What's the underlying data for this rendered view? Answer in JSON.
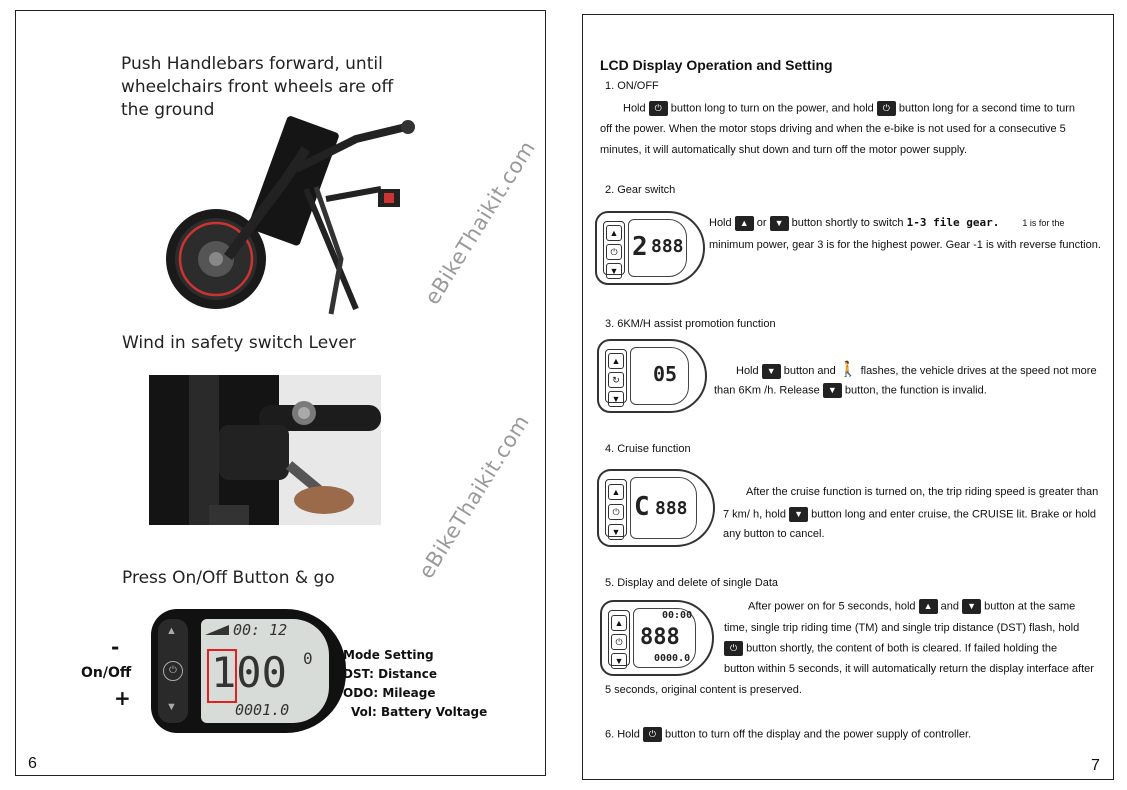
{
  "left_page": {
    "caption1": [
      "Push Handlebars forward, until",
      "wheelchairs front wheels are off",
      "the ground"
    ],
    "caption2": "Wind in safety switch Lever",
    "caption3": "Press On/Off Button & go",
    "watermark": "eBikeThaikit.com",
    "display": {
      "minus": "-",
      "onoff": "On/Off",
      "plus": "+",
      "time": "00: 12",
      "big": "100",
      "big_dec": "0",
      "odo": "0001.0",
      "labels": [
        "Mode Setting",
        "DST: Distance",
        "ODO: Mileage",
        "Vol: Battery Voltage"
      ]
    },
    "page_number": "6"
  },
  "right_page": {
    "title": "LCD Display  Operation and  Setting",
    "watermark": "eBikeThaikit.com",
    "s1": {
      "heading": "1.  ON/OFF",
      "t1": "Hold",
      "t2": "button long to turn on the power, and hold",
      "t3": "button long for a second time to turn",
      "line2": "off the power. When the motor stops driving and when the e-bike is not used for a consecutive 5",
      "line3": "minutes, it will automatically shut down and turn off the motor power supply."
    },
    "s2": {
      "heading": "2.  Gear  switch",
      "t1": "Hold",
      "t2": "or",
      "t3": "button shortly to switch",
      "t4": "1-3 file gear.",
      "t5": "1 is for the",
      "line2": "minimum power, gear 3 is for the highest power. Gear -1 is with reverse function.",
      "lcd_digit": "2",
      "lcd_num": "888"
    },
    "s3": {
      "heading": "3.  6KM/H assist promotion function",
      "t1": "Hold",
      "t2": "button and",
      "t3": "flashes, the vehicle drives at the speed not more",
      "line2a": "than 6Km /h. Release",
      "line2b": "button, the function is invalid.",
      "lcd_num": "05"
    },
    "s4": {
      "heading": "4.  Cruise function",
      "line1": "After the cruise function is turned on, the trip riding speed is greater than",
      "line2a": "7 km/ h, hold",
      "line2b": "button long and enter cruise, the CRUISE lit. Brake or hold",
      "line3": "any button to cancel.",
      "lcd_digit": "C",
      "lcd_num": "888"
    },
    "s5": {
      "heading": "5.  Display and delete of single Data",
      "l1a": "After power on for 5 seconds, hold",
      "l1b": "and",
      "l1c": "button at the same",
      "l2": "time, single trip riding time (TM) and single trip distance (DST) flash, hold",
      "l3": "button shortly, the content of both is cleared. If failed holding the",
      "l4": "button within 5 seconds, it will automatically return the display interface after",
      "l5": "5 seconds, original content is preserved.",
      "lcd_time": "00:00",
      "lcd_odo": "0000.0"
    },
    "s6": {
      "t1": "6.  Hold",
      "t2": "button to turn off the display and the power supply of controller."
    },
    "page_number": "7"
  }
}
